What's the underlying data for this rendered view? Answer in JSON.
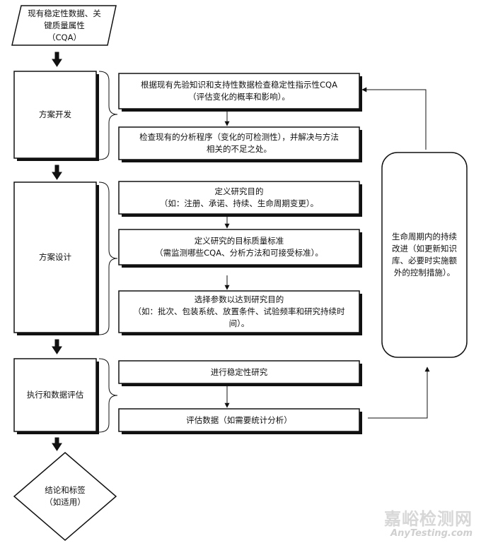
{
  "nodes": {
    "input": [
      "现有稳定性数据、关",
      "键质量属性",
      "（CQA）"
    ],
    "phase_development": "方案开发",
    "phase_design": "方案设计",
    "phase_execution": "执行和数据评估",
    "step_check_knowledge": [
      "根据现有先验知识和支持性数据检查稳定性指示性CQA",
      "（评估变化的概率和影响）。"
    ],
    "step_check_methods": [
      "检查现有的分析程序（变化的可检测性），并解决与方法",
      "相关的不足之处。"
    ],
    "step_define_purpose": [
      "定义研究目的",
      "（如：注册、承诺、持续、生命周期变更）。"
    ],
    "step_define_target": [
      "定义研究的目标质量标准",
      "（需监测哪些CQA、分析方法和可接受标准）。"
    ],
    "step_select_params": [
      "选择参数以达到研究目的",
      "（如：批次、包装系统、放置条件、试验频率和研究持续时",
      "间）。"
    ],
    "step_run_study": "进行稳定性研究",
    "step_evaluate": "评估数据（如需要统计分析）",
    "lifecycle": [
      "生命周期内的持续",
      "改进（如更新知识",
      "库、必要时实施额",
      "外的控制措施）。"
    ],
    "conclusion": [
      "结论和标签",
      "（如适用）"
    ]
  },
  "watermark": {
    "cn": "嘉峪检测网",
    "en": "AnyTesting.com"
  },
  "colors": {
    "line": "#111111",
    "watermark": "#d7d7d7"
  }
}
